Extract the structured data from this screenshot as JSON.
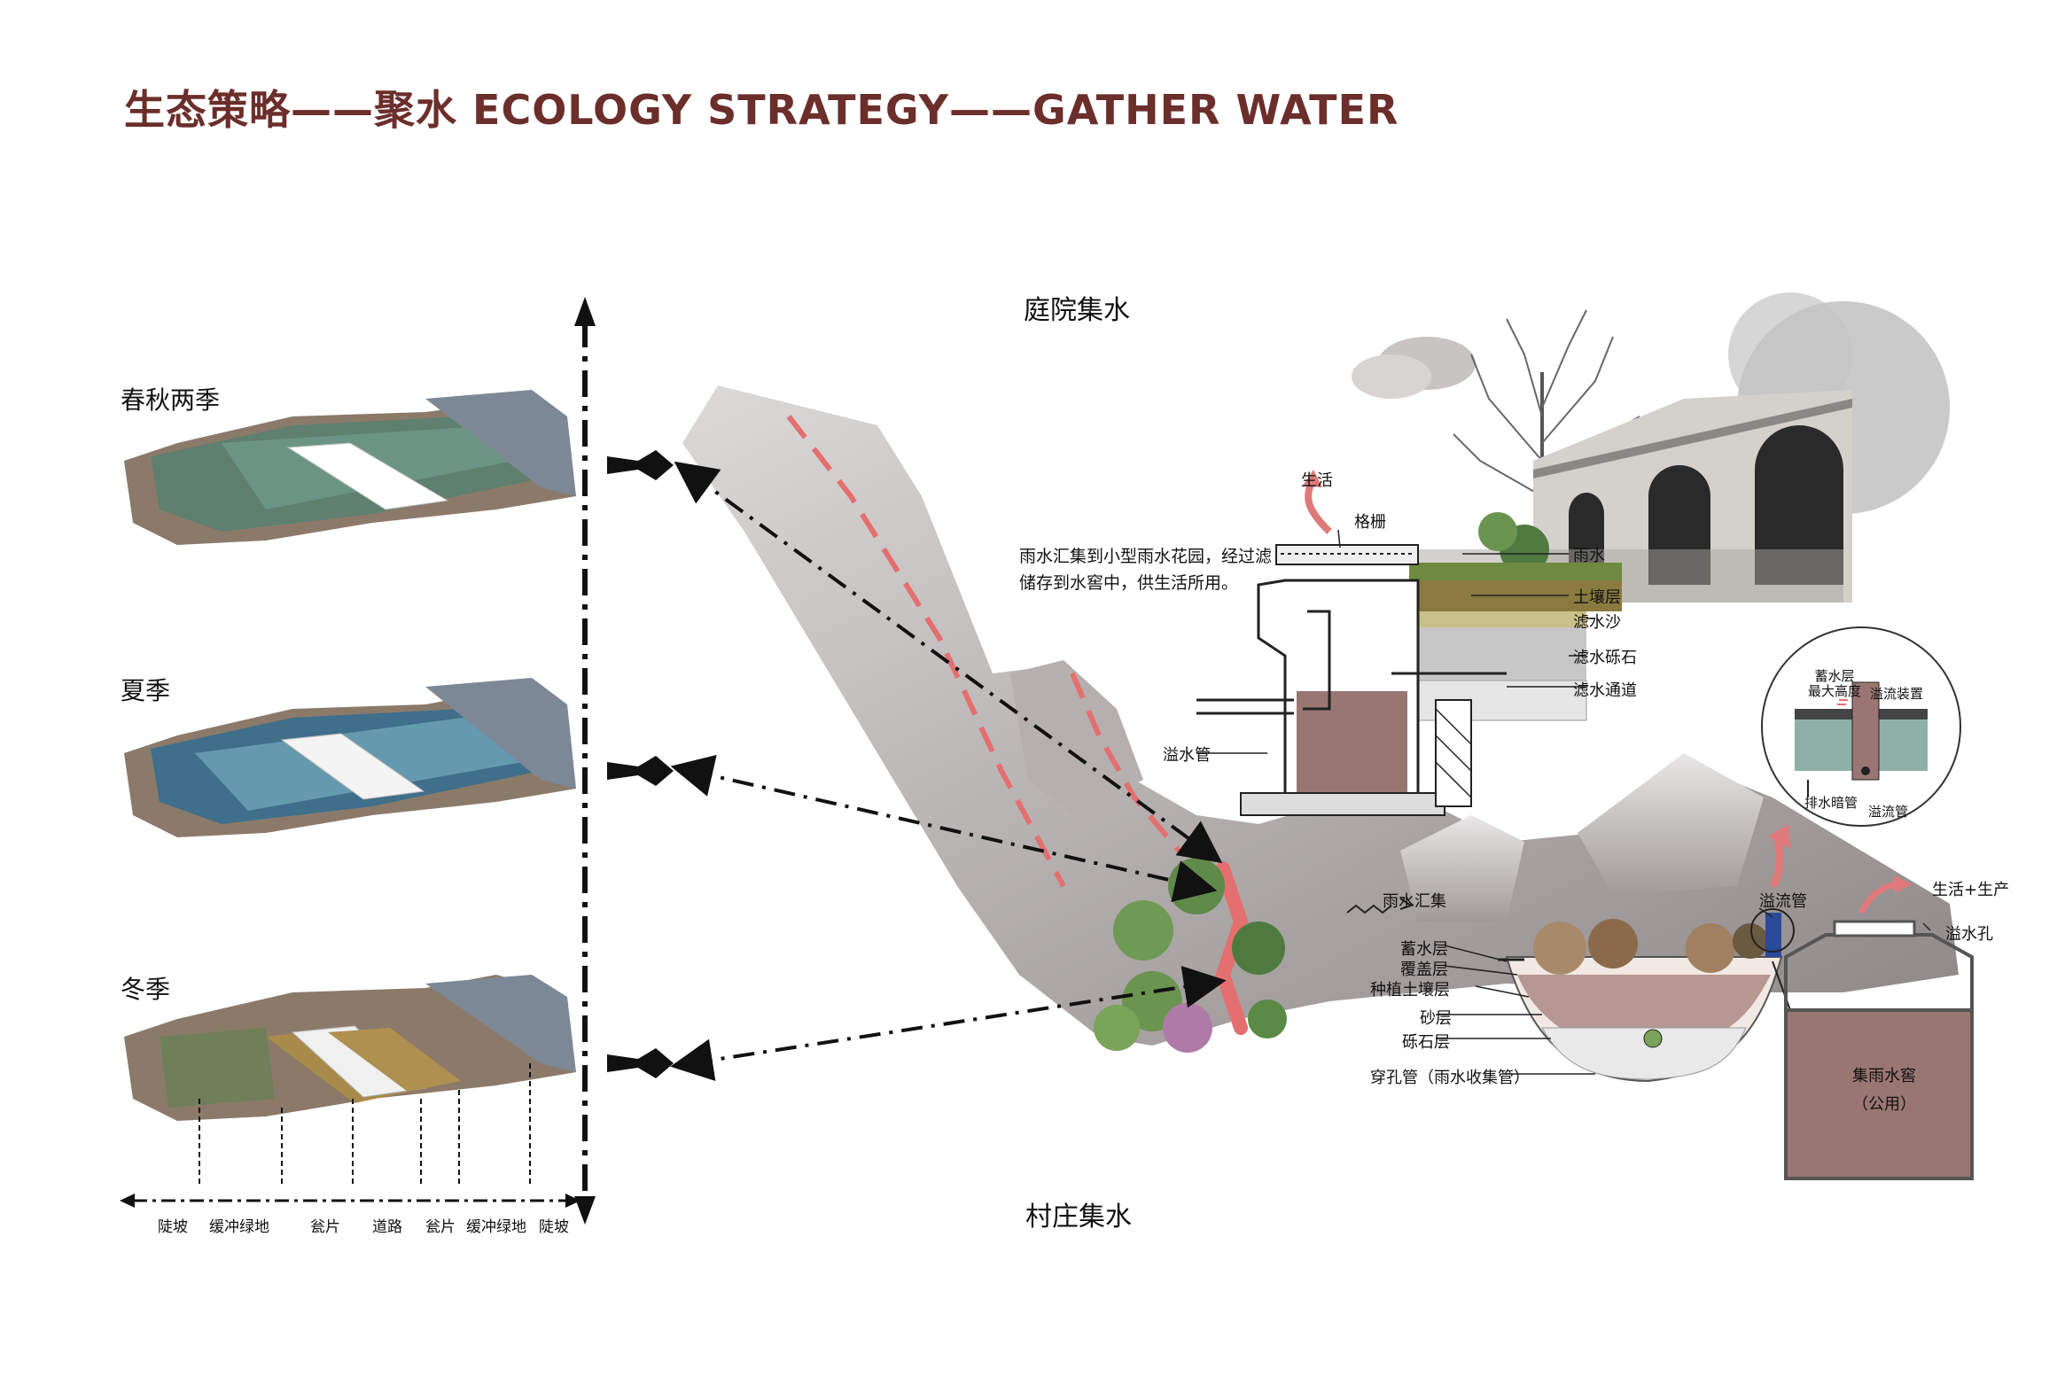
{
  "title": "生态策略——聚水  ECOLOGY   STRATEGY——GATHER WATER",
  "seasons": [
    "春秋两季",
    "夏季",
    "冬季"
  ],
  "section_labels": [
    "陡坡",
    "缓冲绿地",
    "瓮片",
    "道路",
    "瓮片",
    "缓冲绿地",
    "陡坡"
  ],
  "courtyard": {
    "heading": "庭院集水",
    "note_line1": "雨水汇集到小型雨水花园，经过滤",
    "note_line2": "储存到水窖中，供生活所用。",
    "use": "生活",
    "grate": "格栅",
    "rain": "雨水",
    "soil": "土壤层",
    "sand": "滤水沙",
    "gravel": "滤水砾石",
    "channel": "滤水通道",
    "overflow_pipe": "溢水管"
  },
  "detail": {
    "storage_height": "蓄水层\n最大高度",
    "overflow_device": "溢流装置",
    "drain_pipe": "排水暗管",
    "overflow_pipe": "溢流管"
  },
  "village": {
    "heading": "村庄集水",
    "rain_collect": "雨水汇集",
    "overflow_pipe": "溢流管",
    "use": "生活+生产",
    "overflow_hole": "溢水孔",
    "layers": [
      "蓄水层",
      "覆盖层",
      "种植土壤层",
      "砂层",
      "砾石层"
    ],
    "perforated_pipe": "穿孔管（雨水收集管）",
    "cistern": "集雨水窖",
    "cistern_public": "（公用）"
  },
  "colors": {
    "title": "#6b2e2a",
    "water_brown": "#9a7672",
    "flow_pink": "#e46f6f",
    "mountain": "#a9a4a4"
  }
}
